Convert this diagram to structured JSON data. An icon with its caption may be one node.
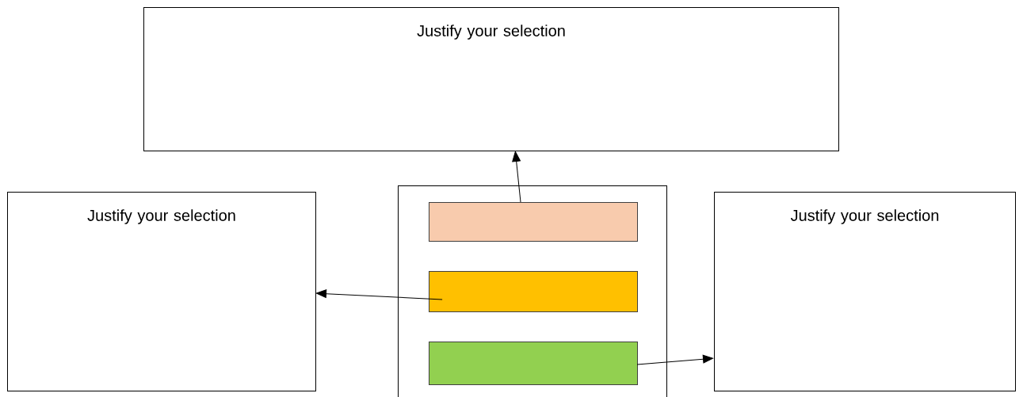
{
  "diagram": {
    "nodes": [
      {
        "text": [
          "Justify your selection"
        ]
      },
      {
        "text": [
          "Justify your selection"
        ]
      },
      {
        "text": [],
        "shape": "box"
      },
      {
        "text": [],
        "shape": "bar",
        "in": 2
      },
      {
        "text": [],
        "shape": "bar",
        "in": 2
      },
      {
        "text": [],
        "shape": "bar",
        "in": 2
      },
      {
        "text": [
          "Justify your selection"
        ]
      }
    ],
    "edges": [
      {
        "from": 3,
        "to": 0,
        "arrow": "to"
      },
      {
        "from": 4,
        "to": 1,
        "arrow": "to"
      },
      {
        "from": 5,
        "to": 6,
        "arrow": "to"
      }
    ]
  }
}
